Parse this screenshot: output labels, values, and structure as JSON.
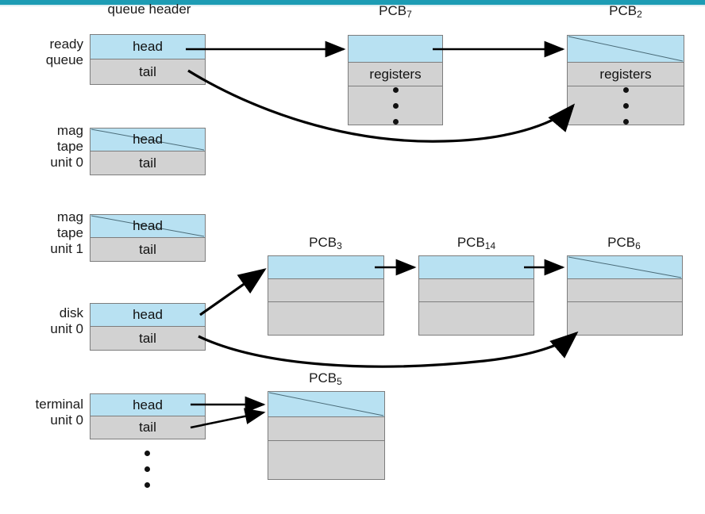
{
  "figure": {
    "title": "queue header",
    "row_labels": {
      "ready_queue": "ready\nqueue",
      "mag_tape_0": "mag\ntape\nunit 0",
      "mag_tape_1": "mag\ntape\nunit 1",
      "disk_0": "disk\nunit 0",
      "terminal_0": "terminal\nunit 0"
    },
    "pointer_labels": {
      "head": "head",
      "tail": "tail"
    },
    "pcb_captions": {
      "pcb7": "PCB",
      "pcb7_sub": "7",
      "pcb2": "PCB",
      "pcb2_sub": "2",
      "pcb3": "PCB",
      "pcb3_sub": "3",
      "pcb14": "PCB",
      "pcb14_sub": "14",
      "pcb6": "PCB",
      "pcb6_sub": "6",
      "pcb5": "PCB",
      "pcb5_sub": "5"
    },
    "pcb_fields": {
      "registers": "registers"
    },
    "colors": {
      "accent_bar": "#1d9cb4",
      "pointer_cell": "#b8e1f2",
      "body_cell": "#d2d2d2",
      "border": "#7d7d7d",
      "arrow": "#000000",
      "text": "#1a1a1a"
    }
  }
}
